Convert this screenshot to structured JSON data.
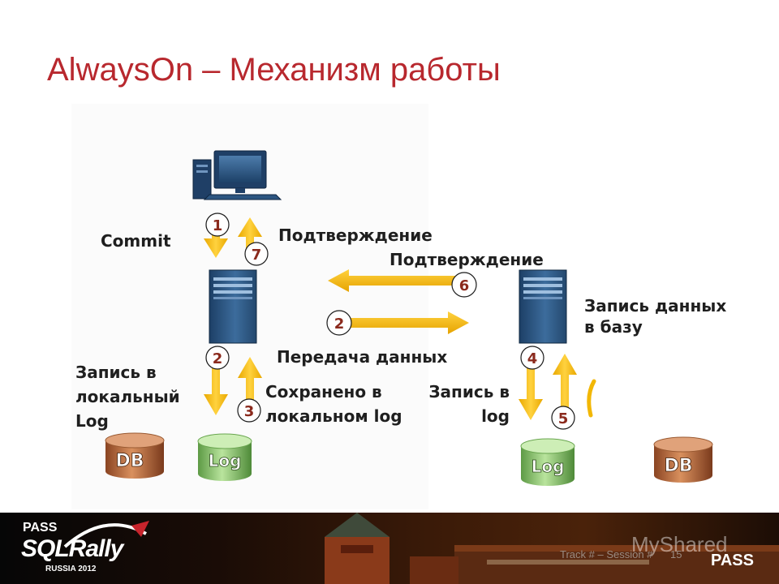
{
  "slide": {
    "title": "AlwaysOn – Механизм работы"
  },
  "labels": {
    "commit": "Commit",
    "confirm_primary": "Подтверждение",
    "confirm_secondary": "Подтверждение",
    "write_db_line1": "Запись данных",
    "write_db_line2": "в базу",
    "data_transfer": "Передача данных",
    "write_local_line1": "Запись в",
    "write_local_line2": "локальный",
    "write_local_line3": "Log",
    "saved_line1": "Сохранено в",
    "saved_line2": "локальном log",
    "write_log_line1": "Запись в",
    "write_log_line2": "log"
  },
  "steps": {
    "s1": "1",
    "s7": "7",
    "s6": "6",
    "s2a": "2",
    "s2b": "2",
    "s3": "3",
    "s4": "4",
    "s5": "5"
  },
  "cylinders": {
    "db_local": "DB",
    "log_local": "Log",
    "log_remote": "Log",
    "db_remote": "DB"
  },
  "footer": {
    "pass_top": "PASS",
    "brand": "SQLRally",
    "edition": "RUSSIA 2012",
    "track": "Track # – Session #",
    "page_number": "15",
    "pass_logo": "PASS",
    "watermark": "MyShared"
  },
  "colors": {
    "title": "#b8282e",
    "arrow": "#f2b705",
    "server": "#2f5a86",
    "db_cylinder": "#b96a3c",
    "log_cylinder": "#8bc36a"
  }
}
